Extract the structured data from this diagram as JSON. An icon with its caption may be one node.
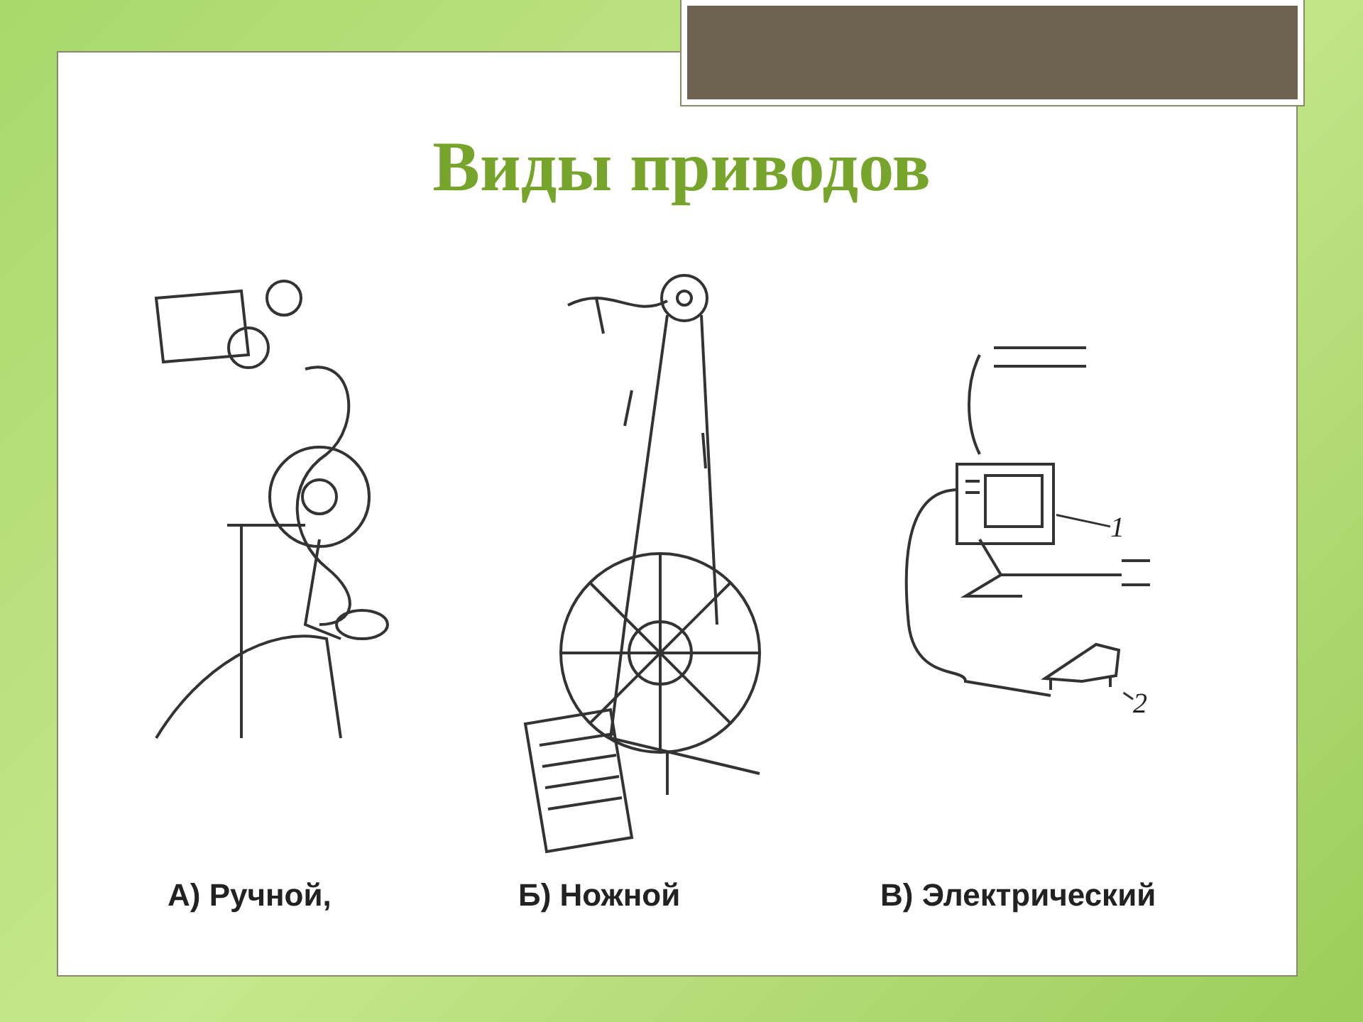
{
  "diagram": {
    "title": "Виды приводов",
    "nodes": [
      {
        "text": [
          "1"
        ]
      },
      {
        "text": [],
        "shape": "picture"
      },
      {
        "text": [
          "2"
        ]
      },
      {
        "text": [],
        "shape": "picture"
      }
    ],
    "edges": [
      {
        "from": 0,
        "to": 1,
        "arrow": "none"
      },
      {
        "from": 2,
        "to": 3,
        "arrow": "none"
      }
    ],
    "labels": [
      "А) Ручной,",
      "Б) Ножной",
      "В) Электрический"
    ]
  }
}
